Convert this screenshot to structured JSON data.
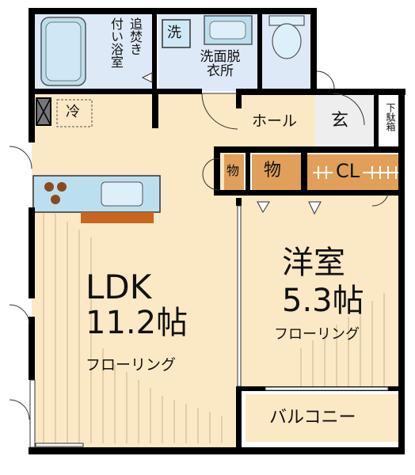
{
  "rooms": {
    "ldk": {
      "name": "LDK",
      "size": "11.2帖",
      "floor": "フローリング"
    },
    "western": {
      "name": "洋室",
      "size": "5.3帖",
      "floor": "フローリング"
    },
    "hall": "ホール",
    "entrance": "玄",
    "shoe_box": "下駄箱",
    "storage_small": "物",
    "storage": "物",
    "closet": "CL",
    "balcony": "バルコニー",
    "washroom": "洗面脱衣所",
    "washer": "洗",
    "bath_label": "追焚き",
    "bath_label_2": "付い浴室",
    "fridge": "冷"
  },
  "colors": {
    "floor": "#fbe8c4",
    "wet": "#dde9f6",
    "fixture": "#bcdff0",
    "storage": "#e0a05a",
    "wall": "#000000",
    "counter": "#c8661e"
  }
}
